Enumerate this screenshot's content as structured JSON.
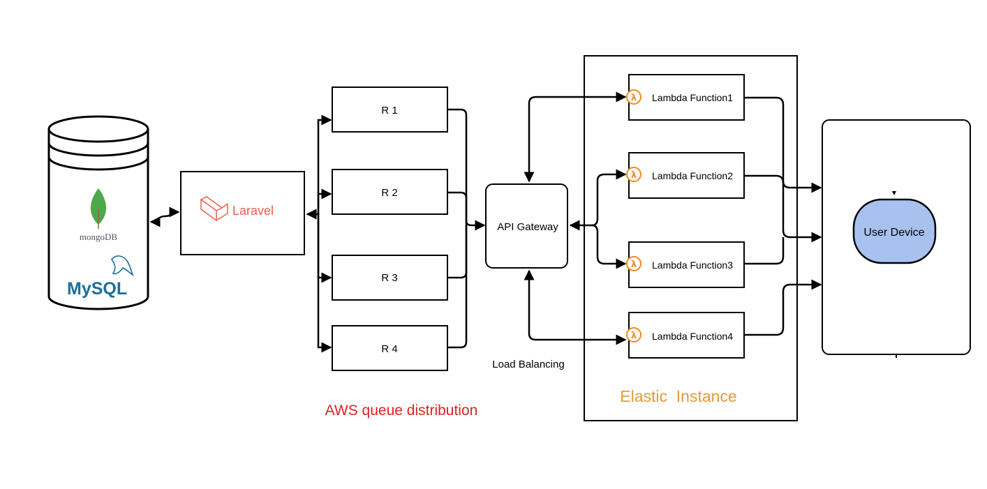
{
  "database": {
    "mongo_label": "mongoDB",
    "mysql_label": "MySQL"
  },
  "laravel": {
    "label": "Laravel"
  },
  "queues": {
    "r1": "R 1",
    "r2": "R 2",
    "r3": "R 3",
    "r4": "R 4",
    "caption": "AWS queue distribution"
  },
  "gateway": {
    "label": "API Gateway",
    "load_balancing": "Load Balancing"
  },
  "elastic": {
    "caption": "Elastic  Instance",
    "lambda_icon_glyph": "λ",
    "functions": {
      "f1": "Lambda Function1",
      "f2": "Lambda Function2",
      "f3": "Lambda Function3",
      "f4": "Lambda Function4"
    }
  },
  "user": {
    "label": "User Device"
  },
  "colors": {
    "aws_caption": "#e02020",
    "elastic_caption": "#e39a3c",
    "lambda_orange": "#f08a1c",
    "laravel_red": "#ef5b4e",
    "user_device_fill": "#a7c2ee",
    "mongo_green": "#4ca84a",
    "mysql_blue": "#1e6f9a"
  }
}
